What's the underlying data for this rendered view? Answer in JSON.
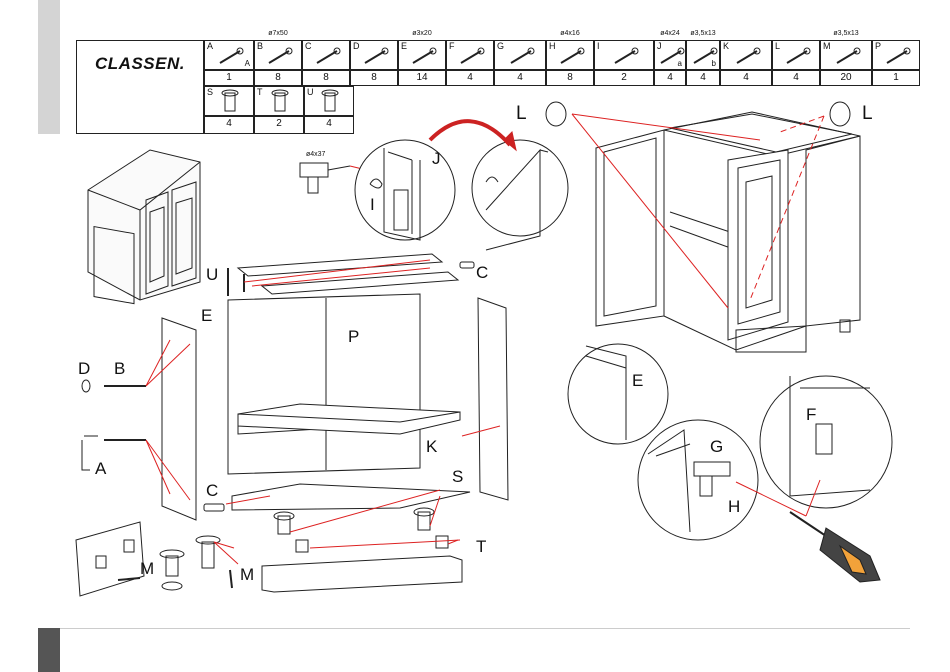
{
  "brand": {
    "logo": "CLASSEN."
  },
  "parts_header": [
    {
      "letter": "A",
      "dim": "",
      "qty": "1",
      "icon": "hex-key-icon",
      "sub": "A"
    },
    {
      "letter": "B",
      "dim": "ø7x50",
      "qty": "8",
      "icon": "bolt-screw-icon"
    },
    {
      "letter": "C",
      "dim": "",
      "qty": "8",
      "icon": "wooden-dowel-icon"
    },
    {
      "letter": "D",
      "dim": "",
      "qty": "8",
      "icon": "cap-cover-icon"
    },
    {
      "letter": "E",
      "dim": "ø3x20",
      "qty": "14",
      "icon": "screw-icon"
    },
    {
      "letter": "F",
      "dim": "",
      "qty": "4",
      "icon": "shelf-bracket-icon"
    },
    {
      "letter": "G",
      "dim": "",
      "qty": "4",
      "icon": "hinge-icon"
    },
    {
      "letter": "H",
      "dim": "ø4x16",
      "qty": "8",
      "icon": "screw-icon"
    },
    {
      "letter": "I",
      "dim": "",
      "qty": "2",
      "icon": "handle-icon"
    },
    {
      "letter": "J",
      "dim": "ø4x24",
      "qty": "4",
      "icon": "screw-icon",
      "sub": "a"
    },
    {
      "letter": "",
      "dim": "ø3,5x13",
      "qty": "4",
      "icon": "screw-icon",
      "sub": "b"
    },
    {
      "letter": "K",
      "dim": "",
      "qty": "4",
      "icon": "cam-connector-icon"
    },
    {
      "letter": "L",
      "dim": "",
      "qty": "4",
      "icon": "bumper-pad-icon"
    },
    {
      "letter": "M",
      "dim": "ø3,5x13",
      "qty": "20",
      "icon": "screw-icon"
    },
    {
      "letter": "P",
      "dim": "",
      "qty": "1",
      "icon": "back-panel-icon"
    }
  ],
  "parts_row2": [
    {
      "letter": "S",
      "qty": "4",
      "icon": "adjustable-foot-icon"
    },
    {
      "letter": "T",
      "qty": "2",
      "icon": "plinth-clip-icon"
    },
    {
      "letter": "U",
      "qty": "4",
      "icon": "screw-icon"
    }
  ],
  "drill": {
    "dim": "ø4x37"
  },
  "callouts": {
    "U": "U",
    "C1": "C",
    "E1": "E",
    "P": "P",
    "D": "D",
    "B": "B",
    "A": "A",
    "K": "K",
    "C2": "C",
    "S": "S",
    "T": "T",
    "M1": "M",
    "M2": "M",
    "I": "I",
    "J": "J",
    "L1": "L",
    "L2": "L",
    "E2": "E",
    "G": "G",
    "H": "H",
    "F": "F"
  }
}
